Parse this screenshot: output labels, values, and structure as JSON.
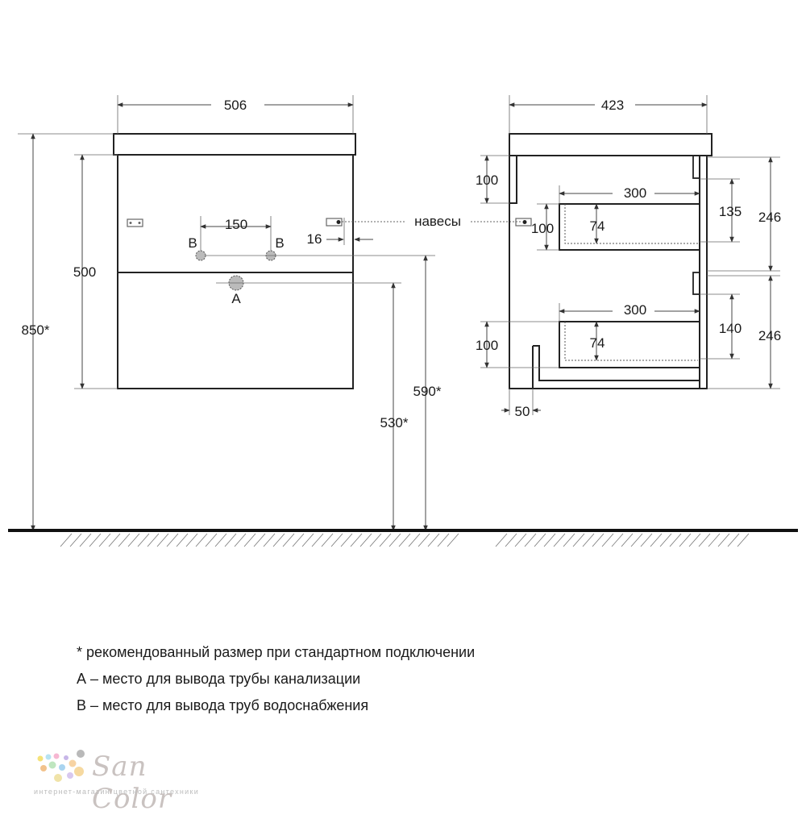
{
  "front_view": {
    "width_label": "506",
    "height_label": "500",
    "total_height_label": "850*",
    "pipe_spacing_label": "150",
    "offset_label": "16",
    "label_b_left": "B",
    "label_b_right": "B",
    "label_a": "A",
    "height_530_label": "530*",
    "height_590_label": "590*"
  },
  "hanger_label": "навесы",
  "side_view": {
    "depth_label": "423",
    "top_hanger_label": "100",
    "drawer1_width_label": "300",
    "drawer1_front_label": "100",
    "drawer1_inner_label": "74",
    "drawer1_height_label": "135",
    "upper_section_label": "246",
    "drawer2_width_label": "300",
    "drawer2_front_label": "100",
    "drawer2_inner_label": "74",
    "drawer2_height_label": "140",
    "lower_section_label": "246",
    "back_offset_label": "50"
  },
  "notes": [
    "* рекомендованный размер при стандартном подключении",
    "А – место для вывода трубы канализации",
    "В – место для вывода труб водоснабжения"
  ],
  "logo": {
    "name": "San Color",
    "tagline": "интернет-магазин цветной сантехники"
  }
}
